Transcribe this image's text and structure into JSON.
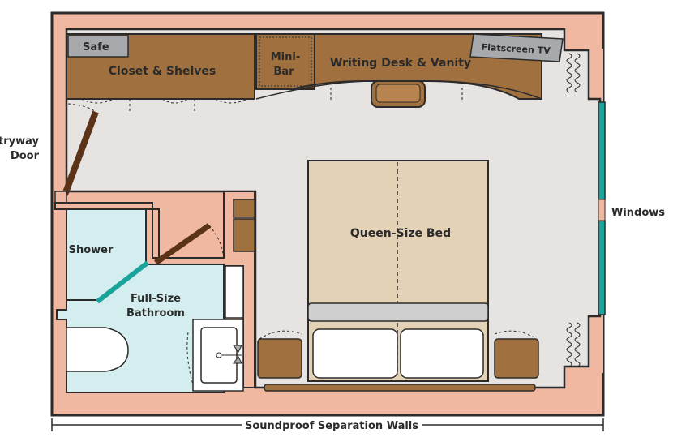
{
  "labels": {
    "safe": "Safe",
    "closet": "Closet & Shelves",
    "minibar_line1": "Mini-",
    "minibar_line2": "Bar",
    "desk": "Writing Desk & Vanity",
    "tv": "Flatscreen TV",
    "entry_line1": "Entryway",
    "entry_line2": "Door",
    "windows": "Windows",
    "shower": "Shower",
    "bath_line1": "Full-Size",
    "bath_line2": "Bathroom",
    "bed": "Queen-Size Bed",
    "walls": "Soundproof Separation Walls"
  },
  "colors": {
    "wall": "#f0b8a0",
    "outline": "#2b2b2b",
    "floor": "#e6e3e1",
    "furniture": "#a0703f",
    "bath_floor": "#d4eef0",
    "bed": "#e4d2b6",
    "pillow": "#ffffff",
    "headboard": "#cfcfcf",
    "door": "#5a3318",
    "window_glass": "#1aa39a",
    "safe": "#a7a9ac",
    "tv": "#a7a9ac"
  }
}
